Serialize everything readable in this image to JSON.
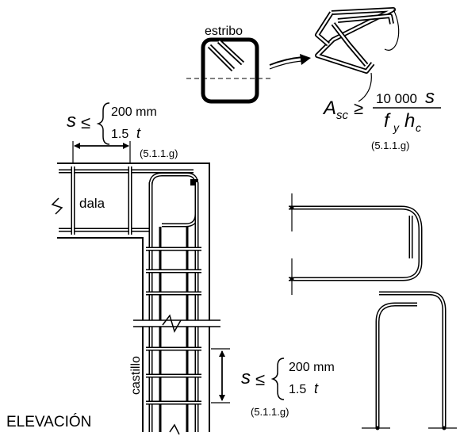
{
  "labels": {
    "estribo": "estribo",
    "dala": "dala",
    "castillo": "castillo",
    "elevacion": "ELEVACIÓN"
  },
  "formula": {
    "a": "A",
    "sc": "sc",
    "ge": "≥",
    "numerator": "10 000",
    "s": "s",
    "f": "f",
    "y": "y",
    "h": "h",
    "c": "c",
    "ref": "(5.1.1.g)"
  },
  "spacing_top": {
    "s": "s",
    "le": "≤",
    "opt1": "200 mm",
    "opt2_num": "1.5",
    "opt2_var": "t",
    "ref": "(5.1.1.g)"
  },
  "spacing_bottom": {
    "s": "s",
    "le": "≤",
    "opt1": "200 mm",
    "opt2_num": "1.5",
    "opt2_var": "t",
    "ref": "(5.1.1.g)"
  }
}
